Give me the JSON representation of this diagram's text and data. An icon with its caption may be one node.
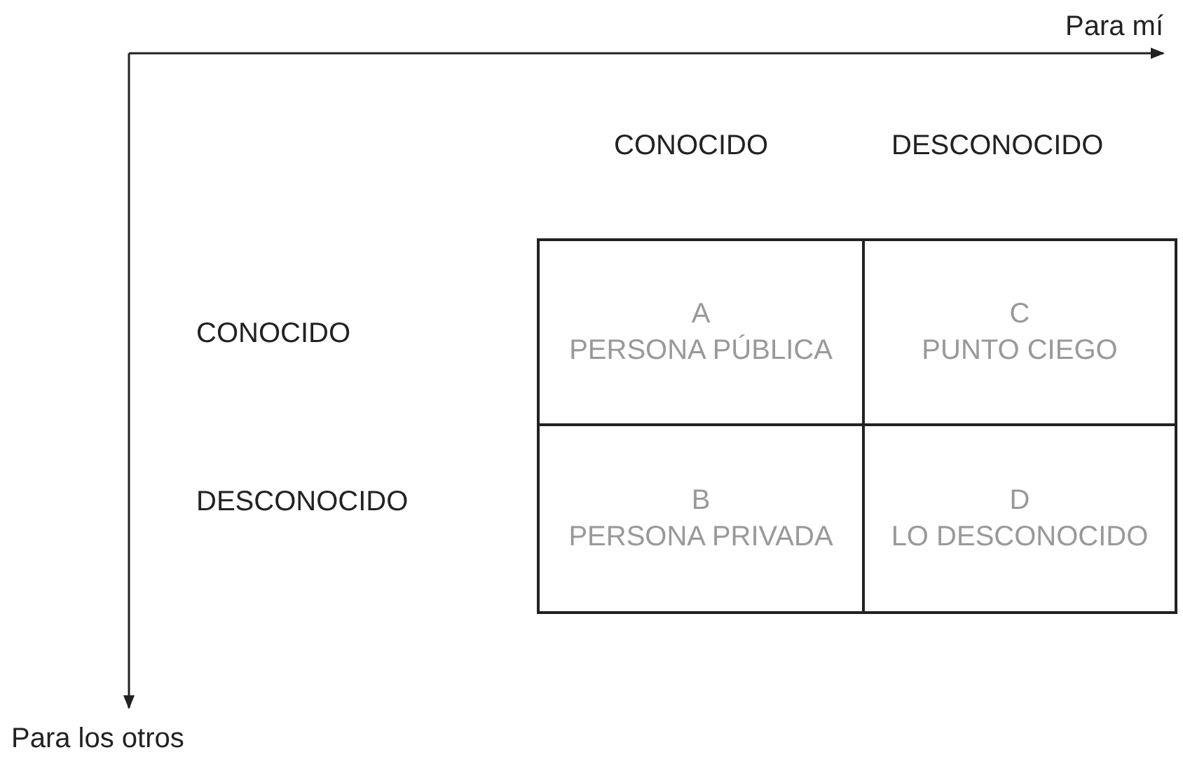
{
  "diagram": {
    "nodes": [
      {
        "text": [
          "A",
          "PERSONA PÚBLICA"
        ]
      },
      {
        "text": [
          "C",
          "PUNTO CIEGO"
        ]
      },
      {
        "text": [
          "B",
          "PERSONA PRIVADA"
        ]
      },
      {
        "text": [
          "D",
          "LO DESCONOCIDO"
        ]
      }
    ],
    "labels": [
      "Para mí",
      "CONOCIDO",
      "DESCONOCIDO",
      "CONOCIDO",
      "DESCONOCIDO",
      "Para los otros"
    ]
  }
}
